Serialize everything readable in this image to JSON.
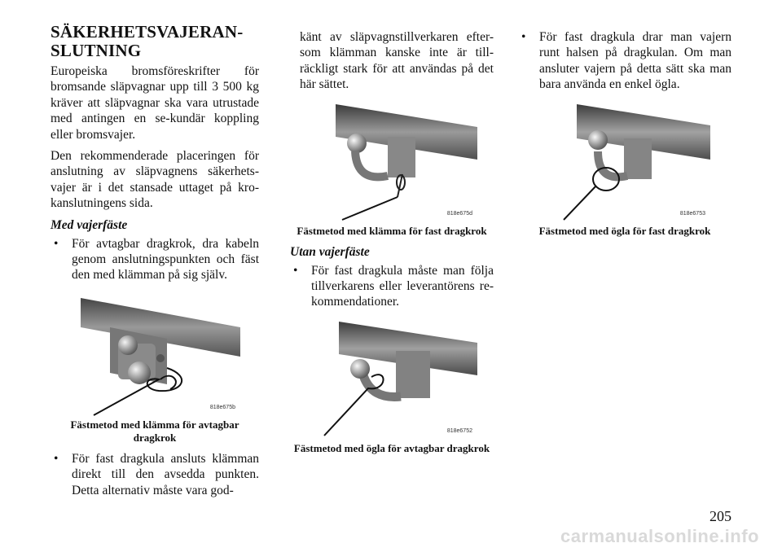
{
  "section": {
    "title_line1": "SÄKERHETSVAJERAN-",
    "title_line2": "SLUTNING",
    "para1": "Europeiska bromsföreskrifter för bromsande släpvagnar upp till 3 500 kg kräver att släpvagnar ska vara utrustade med antingen en se-kundär koppling eller bromsvajer.",
    "para2": "Den rekommenderade placeringen för anslutning av släpvagnens säkerhets-vajer är i det stansade uttaget på kro-kanslutningens sida.",
    "sub1": "Med vajerfäste",
    "bullet1": "För avtagbar dragkrok, dra kabeln genom anslutningspunkten och fäst den med klämman på sig själv.",
    "bullet2": "För fast dragkula ansluts klämman direkt till den avsedda punkten. Detta alternativ måste vara god-känt av släpvagnstillverkaren efter-som klämman kanske inte är till-räckligt stark för att användas på det här sättet.",
    "sub2": "Utan vajerfäste",
    "bullet3": "För fast dragkula måste man följa tillverkarens eller leverantörens re-kommendationer.",
    "bullet4": "För fast dragkula drar man vajern runt halsen på dragkulan. Om man ansluter vajern på detta sätt ska man bara använda en enkel ögla."
  },
  "figures": {
    "fig1": {
      "code": "818e675b",
      "caption": "Fästmetod med klämma för avtagbar dragkrok"
    },
    "fig2": {
      "code": "818e675d",
      "caption": "Fästmetod med klämma för fast dragkrok"
    },
    "fig3": {
      "code": "818e6752",
      "caption": "Fästmetod med ögla för avtagbar dragkrok"
    },
    "fig4": {
      "code": "818e6753",
      "caption": "Fästmetod med ögla för fast dragkrok"
    }
  },
  "page_number": "205",
  "watermark": "carmanualsonline.info"
}
